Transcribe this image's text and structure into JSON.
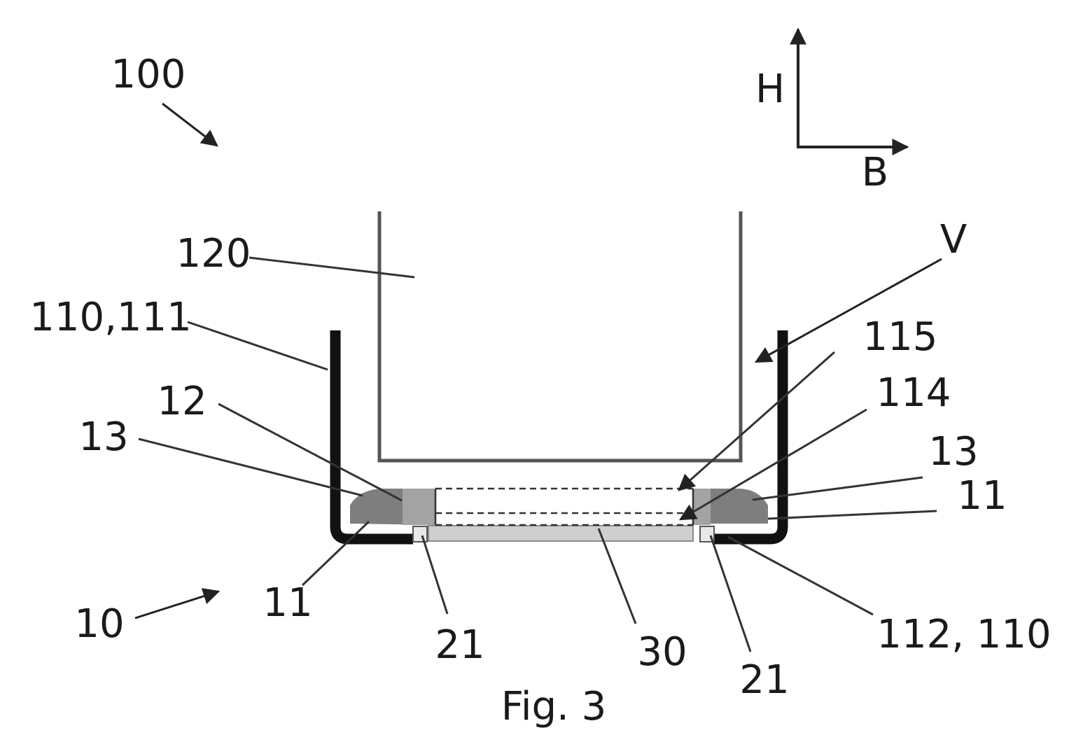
{
  "figure": {
    "caption": "Fig. 3",
    "labels": {
      "assembly": "100",
      "axis_h": "H",
      "axis_b": "B",
      "tube": "120",
      "direction_v": "V",
      "housing": "110,111",
      "layer_115": "115",
      "layer_114": "114",
      "seal_left_12": "12",
      "bead_left_13": "13",
      "bead_right_13": "13",
      "foot_right_11": "11",
      "foot_left_11": "11",
      "base_10": "10",
      "gap_left_21": "21",
      "membrane_30": "30",
      "gap_right_21": "21",
      "bottom_112": "112, 110"
    }
  }
}
